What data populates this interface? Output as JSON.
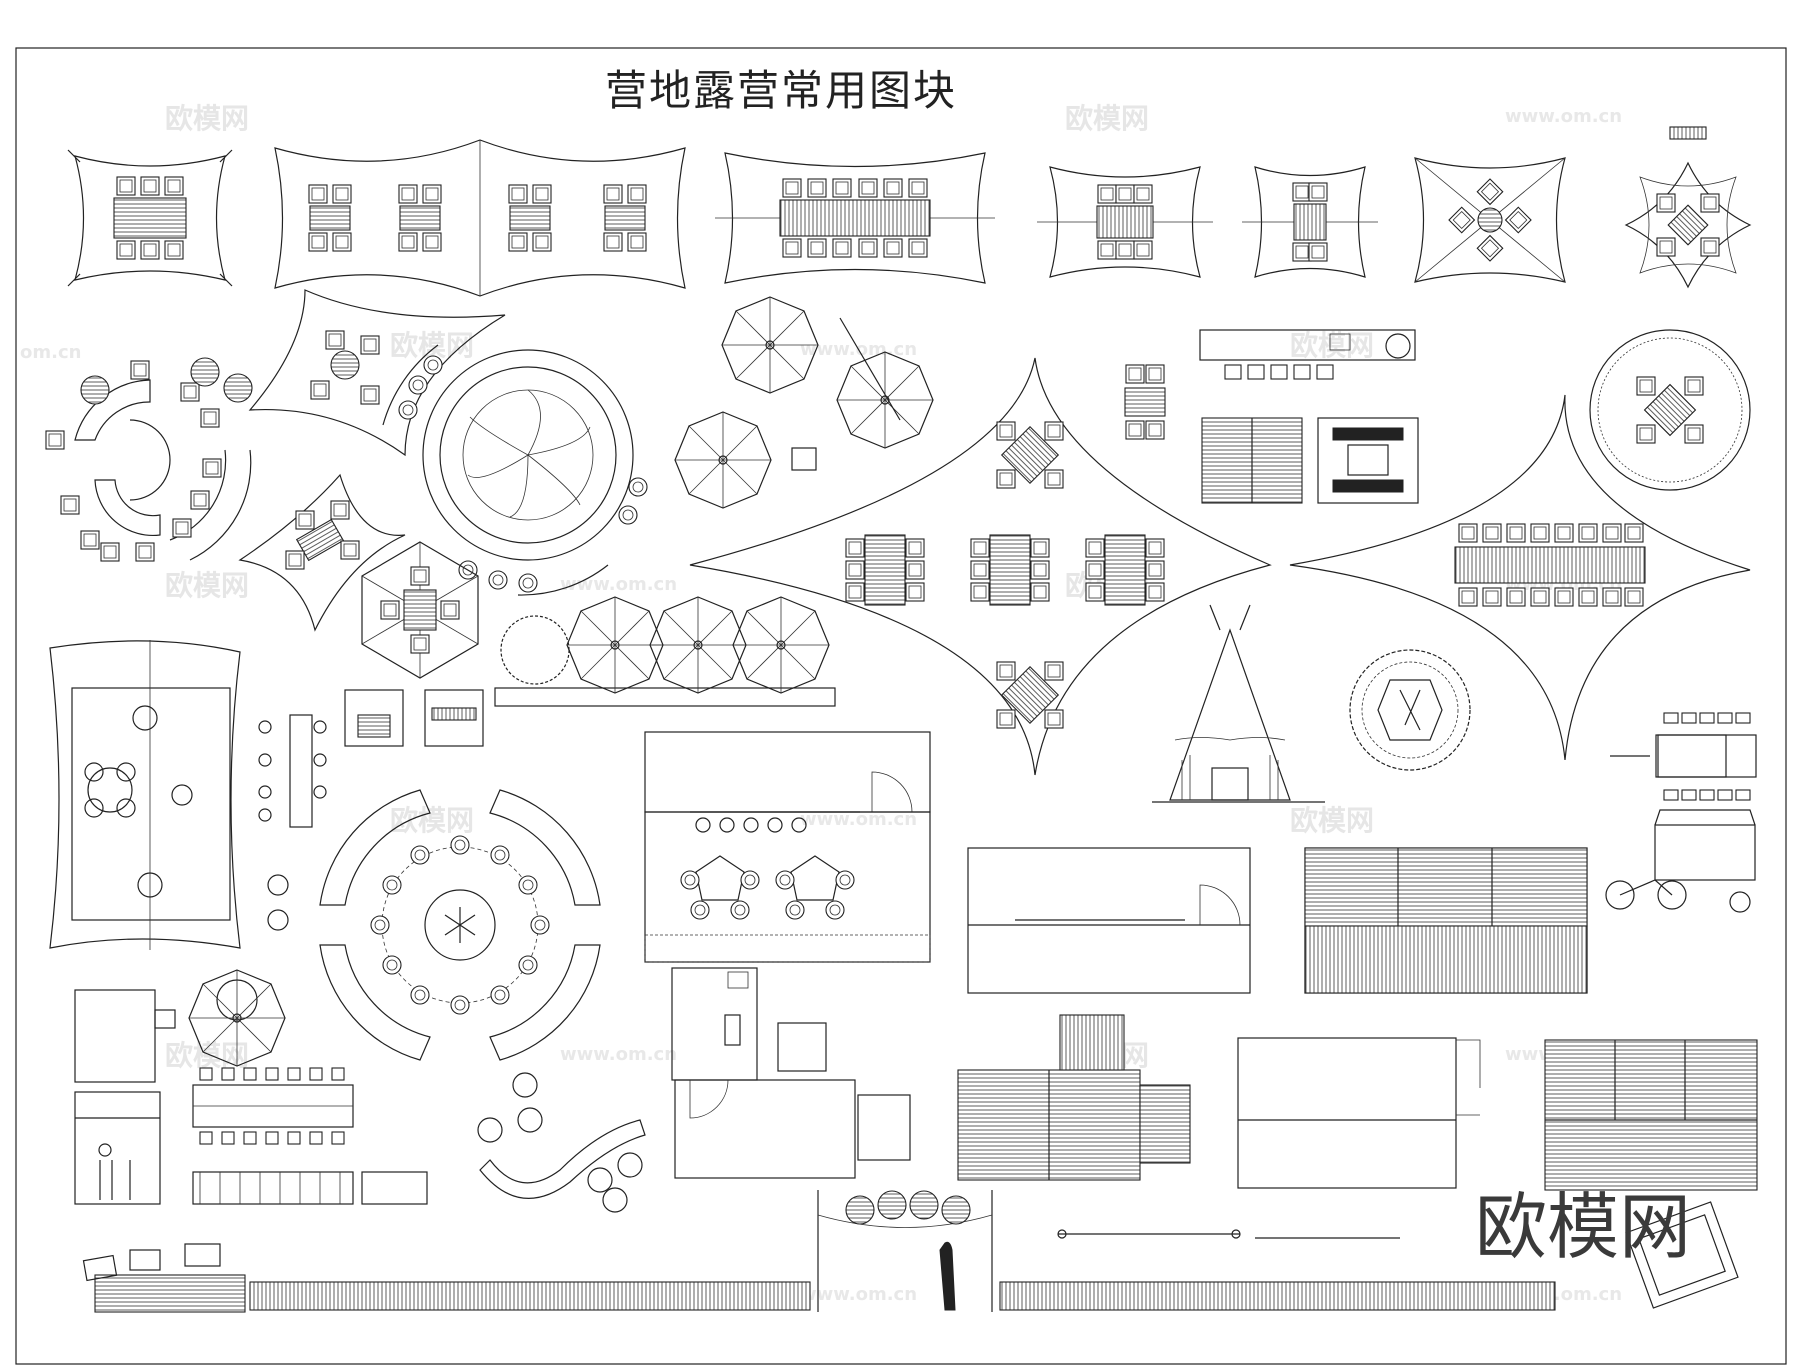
{
  "title": "营地露营常用图块",
  "watermark": {
    "small_text": "欧模网",
    "url_text": "www.om.cn",
    "side_text": "om.cn",
    "big_text": "欧模网"
  },
  "colors": {
    "line": "#222222",
    "background": "#ffffff",
    "watermark": "#e6e6e6"
  }
}
